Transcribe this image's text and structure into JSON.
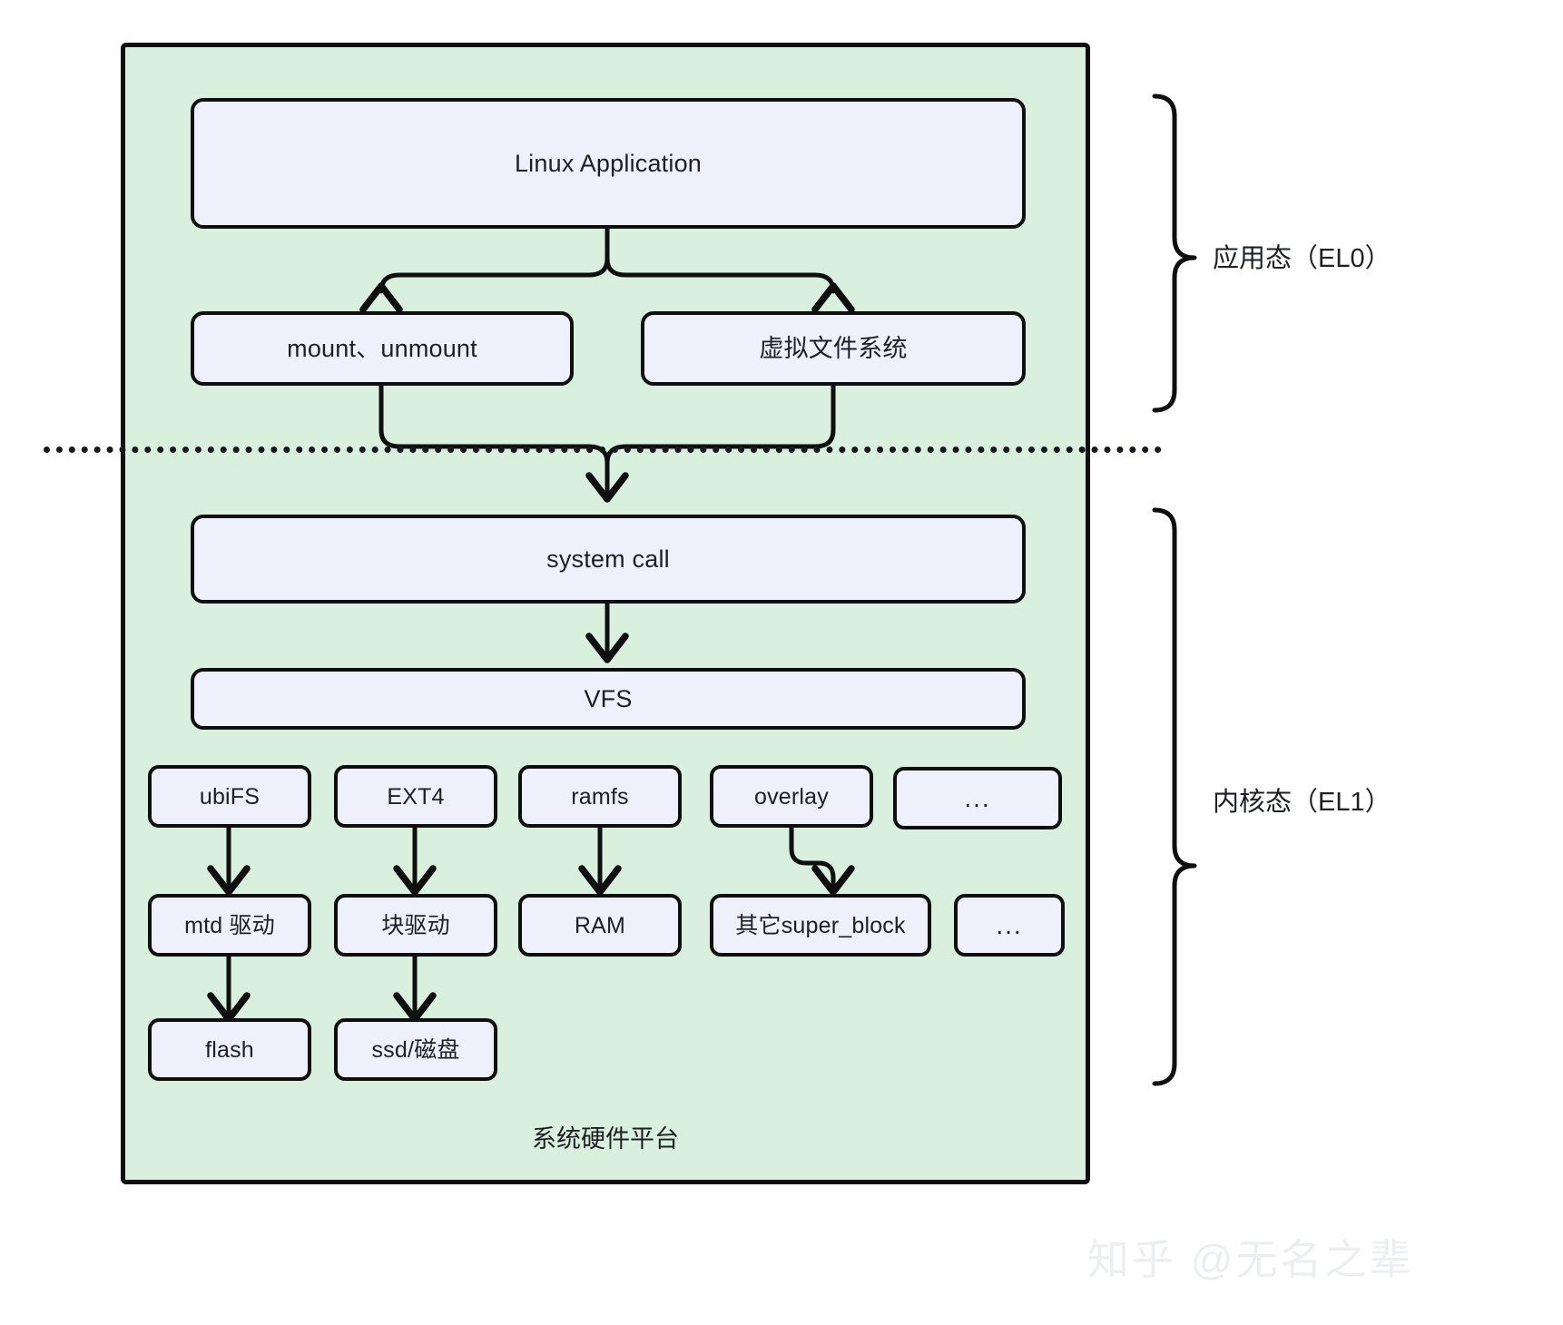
{
  "diagram": {
    "title_caption": "系统硬件平台",
    "watermark": "知乎 @无名之辈",
    "colors": {
      "container_fill": "#d8f0dd",
      "node_fill": "#eef1fb",
      "stroke": "#0f0f0f",
      "text": "#1d1f22",
      "watermark": "#eceef0"
    },
    "nodes": {
      "linux_application": "Linux Application",
      "mount_unmount": "mount、unmount",
      "virtual_file_system": "虚拟文件系统",
      "system_call": "system call",
      "vfs": "VFS",
      "fs_row": [
        "ubiFS",
        "EXT4",
        "ramfs",
        "overlay",
        "..."
      ],
      "driver_row": [
        "mtd 驱动",
        "块驱动",
        "RAM",
        "其它super_block",
        "..."
      ],
      "media_row": [
        "flash",
        "ssd/磁盘"
      ]
    },
    "levels": [
      {
        "label": "应用态（EL0）"
      },
      {
        "label": "内核态（EL1）"
      }
    ]
  }
}
